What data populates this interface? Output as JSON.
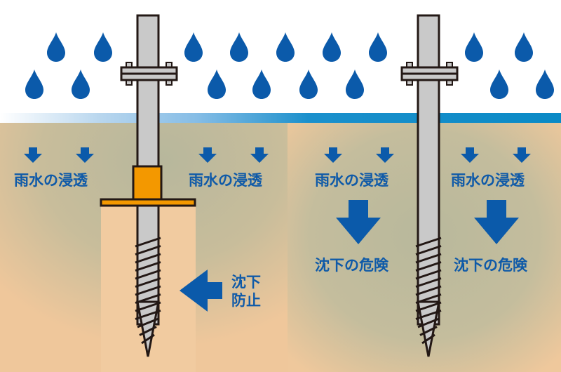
{
  "colors": {
    "rain": "#0b5aaa",
    "arrow": "#0b5aaa",
    "text": "#0f5aa8",
    "pipe": "#c9c9c9",
    "outline": "#231815",
    "plate": "#f39800",
    "compacted_soil": "#f0cba0",
    "soil_wet": "#b9b79b",
    "soil_dry": "#edc79b",
    "surface_water": "#0a8ac6"
  },
  "left_panel": {
    "infiltration_labels": [
      "雨水の浸透",
      "雨水の浸透"
    ],
    "prevention_label_line1": "沈下",
    "prevention_label_line2": "防止"
  },
  "right_panel": {
    "infiltration_labels": [
      "雨水の浸透",
      "雨水の浸透"
    ],
    "risk_labels": [
      "沈下の危険",
      "沈下の危険"
    ]
  }
}
